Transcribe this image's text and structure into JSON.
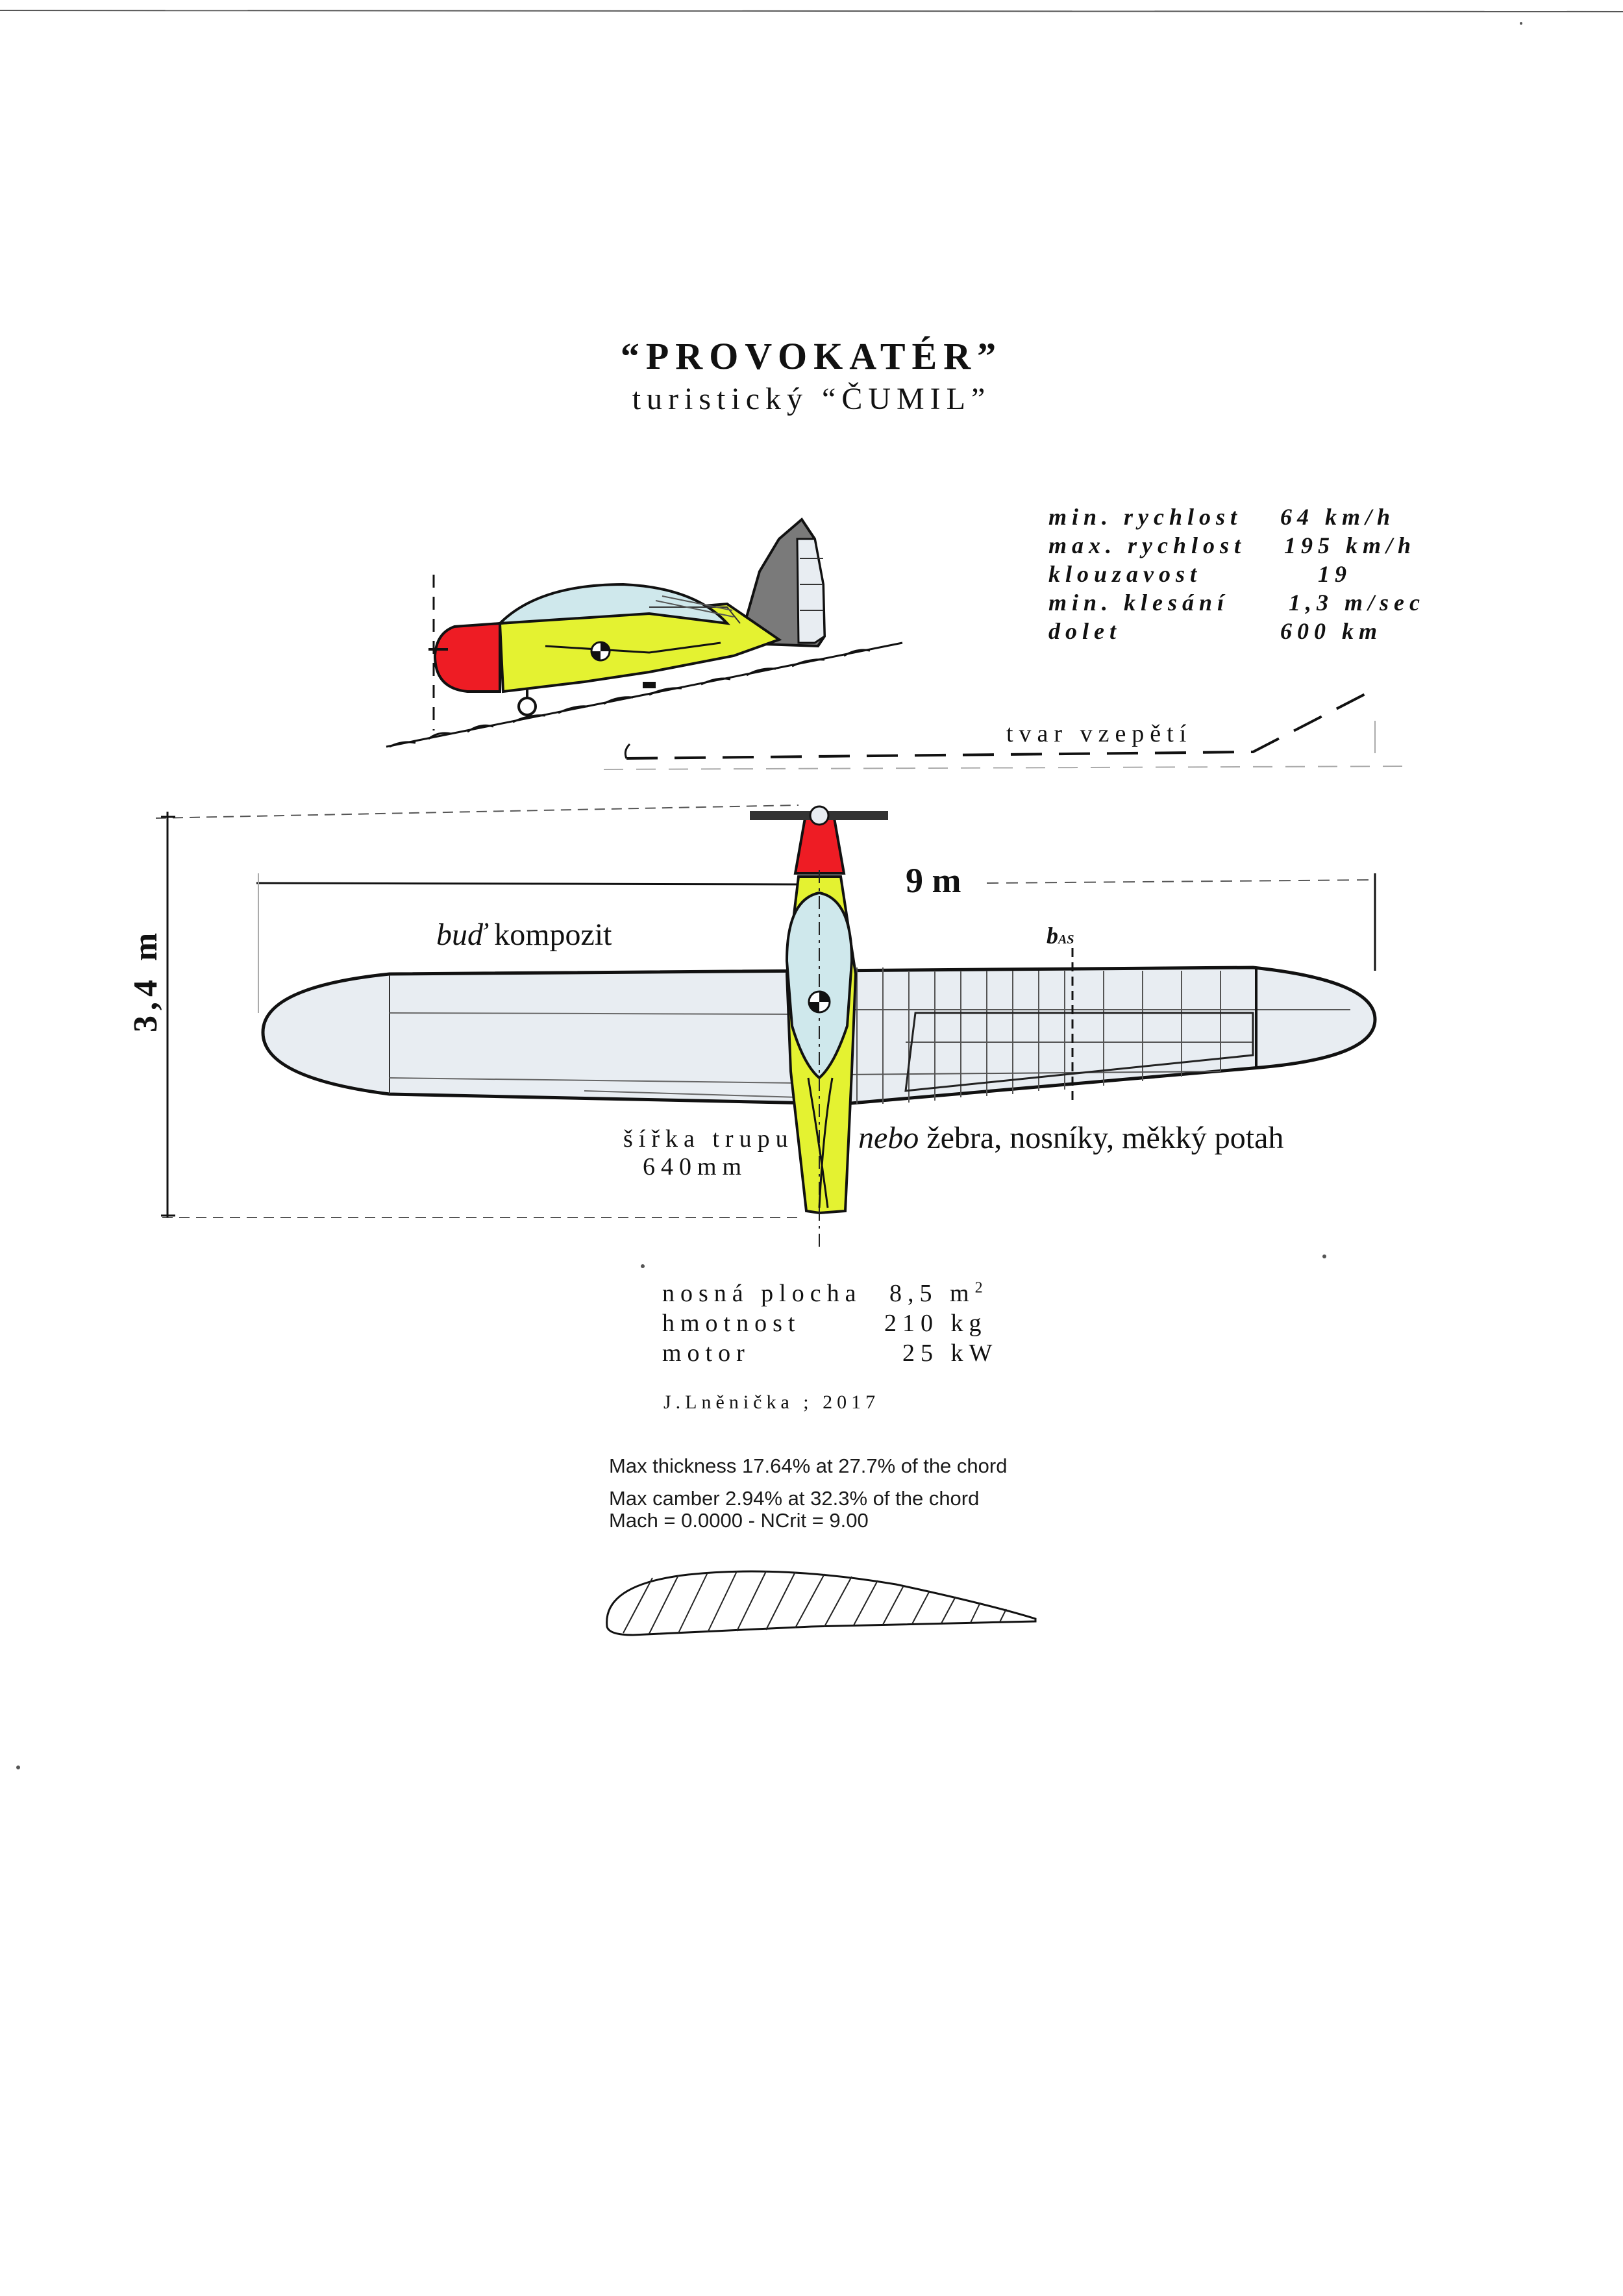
{
  "title": "“PROVOKATÉR”",
  "subtitle": "turistický “ČUMIL”",
  "performance": [
    {
      "label": "min. rychlost",
      "value": "64 km/h"
    },
    {
      "label": "max. rychlost",
      "value": "195 km/h"
    },
    {
      "label": "klouzavost",
      "value": "19"
    },
    {
      "label": "min. klesání",
      "value": "1,3 m/sec"
    },
    {
      "label": "dolet",
      "value": "600 km"
    }
  ],
  "dihedral_label": "tvar vzepětí",
  "span_label": "9 m",
  "length_label": "3,4 m",
  "mac_label": "b",
  "mac_sub": "AS",
  "wing_note_left_italic": "buď",
  "wing_note_left": "kompozit",
  "wing_note_right_italic": "nebo",
  "wing_note_right": "žebra, nosníky, měkký potah",
  "fuselage_width_label": "šířka trupu",
  "fuselage_width_value": "640mm",
  "specs": [
    {
      "label": "nosná plocha",
      "value": "8,5 m",
      "sup": "2"
    },
    {
      "label": "hmotnost",
      "value": "210 kg",
      "sup": ""
    },
    {
      "label": "motor",
      "value": "25 kW",
      "sup": ""
    }
  ],
  "author": "J.Lněnička ; 2017",
  "airfoil_lines": [
    "Max thickness 17.64% at 27.7% of the chord",
    "Max camber 2.94% at 32.3% of the chord",
    "Mach = 0.0000 - NCrit = 9.00"
  ],
  "colors": {
    "fuselage": "#e4f231",
    "nose": "#ee1c24",
    "canopy": "#cfe8ec",
    "tail": "#7a7a7a",
    "wing": "#e8edf2"
  }
}
